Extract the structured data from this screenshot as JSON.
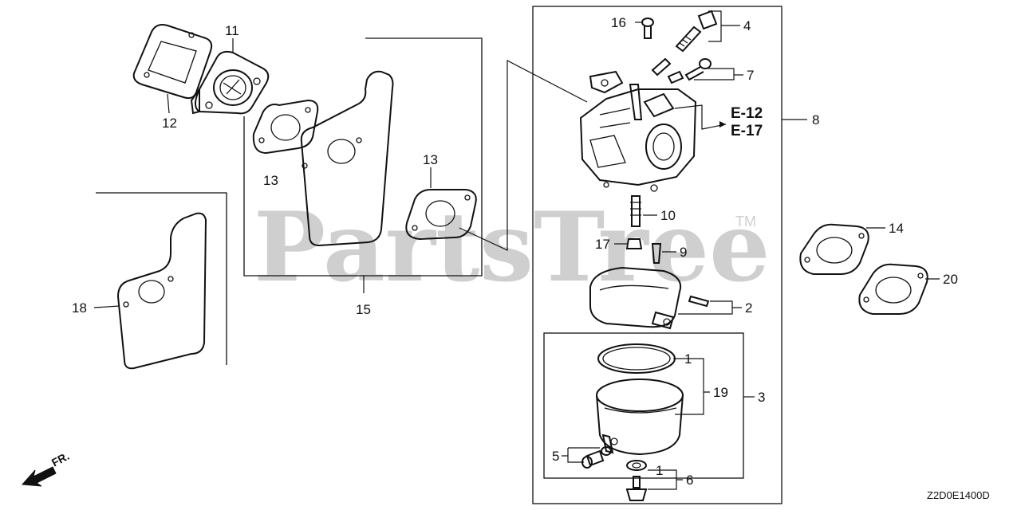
{
  "watermark": {
    "text": "PartsTree",
    "trademark": "TM"
  },
  "diagram_code": "Z2D0E1400D",
  "direction_label": "FR.",
  "references": [
    "E-12",
    "E-17"
  ],
  "callouts": {
    "c1a": "1",
    "c1b": "1",
    "c2": "2",
    "c3": "3",
    "c4": "4",
    "c5": "5",
    "c6": "6",
    "c7": "7",
    "c8": "8",
    "c9": "9",
    "c10": "10",
    "c11": "11",
    "c12": "12",
    "c13a": "13",
    "c13b": "13",
    "c14": "14",
    "c15": "15",
    "c16": "16",
    "c17": "17",
    "c18": "18",
    "c19": "19",
    "c20": "20"
  }
}
